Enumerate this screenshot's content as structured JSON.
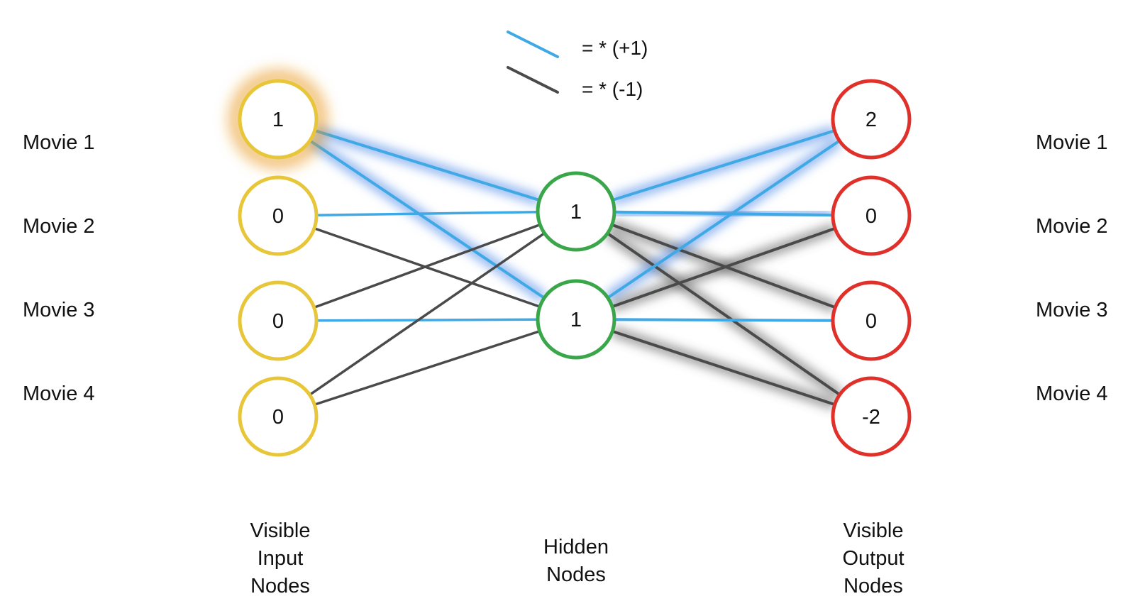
{
  "colors": {
    "positive_edge": "#3fa9e6",
    "negative_edge": "#4a4a4a",
    "input_node": "#e8c63a",
    "hidden_node": "#3aa64a",
    "output_node": "#e0302a",
    "glow_blue": "#3f7fe6",
    "glow_dark": "#555555",
    "glow_orange": "#e8961a"
  },
  "legend": {
    "positive_label": "= * (+1)",
    "negative_label": "= * (-1)"
  },
  "input_nodes": [
    {
      "label": "Movie 1",
      "value": "1",
      "active": true
    },
    {
      "label": "Movie 2",
      "value": "0",
      "active": false
    },
    {
      "label": "Movie 3",
      "value": "0",
      "active": false
    },
    {
      "label": "Movie 4",
      "value": "0",
      "active": false
    }
  ],
  "hidden_nodes": [
    {
      "value": "1"
    },
    {
      "value": "1"
    }
  ],
  "output_nodes": [
    {
      "label": "Movie 1",
      "value": "2"
    },
    {
      "label": "Movie 2",
      "value": "0"
    },
    {
      "label": "Movie 3",
      "value": "0"
    },
    {
      "label": "Movie 4",
      "value": "-2"
    }
  ],
  "input_to_hidden_edges": [
    {
      "from": 0,
      "to": 0,
      "weight": 1,
      "highlight": true
    },
    {
      "from": 0,
      "to": 1,
      "weight": 1,
      "highlight": true
    },
    {
      "from": 1,
      "to": 0,
      "weight": 1,
      "highlight": false
    },
    {
      "from": 1,
      "to": 1,
      "weight": -1,
      "highlight": false
    },
    {
      "from": 2,
      "to": 0,
      "weight": -1,
      "highlight": false
    },
    {
      "from": 2,
      "to": 1,
      "weight": 1,
      "highlight": false
    },
    {
      "from": 3,
      "to": 0,
      "weight": -1,
      "highlight": false
    },
    {
      "from": 3,
      "to": 1,
      "weight": -1,
      "highlight": false
    }
  ],
  "hidden_to_output_edges": [
    {
      "from": 0,
      "to": 0,
      "weight": 1,
      "highlight": true
    },
    {
      "from": 0,
      "to": 1,
      "weight": 1,
      "highlight": true
    },
    {
      "from": 0,
      "to": 2,
      "weight": -1,
      "highlight": true
    },
    {
      "from": 0,
      "to": 3,
      "weight": -1,
      "highlight": true
    },
    {
      "from": 1,
      "to": 0,
      "weight": 1,
      "highlight": true
    },
    {
      "from": 1,
      "to": 1,
      "weight": -1,
      "highlight": true
    },
    {
      "from": 1,
      "to": 2,
      "weight": 1,
      "highlight": true
    },
    {
      "from": 1,
      "to": 3,
      "weight": -1,
      "highlight": true
    }
  ],
  "captions": {
    "input": [
      "Visible",
      "Input",
      "Nodes"
    ],
    "hidden": [
      "Hidden",
      "Nodes"
    ],
    "output": [
      "Visible",
      "Output",
      "Nodes"
    ]
  }
}
